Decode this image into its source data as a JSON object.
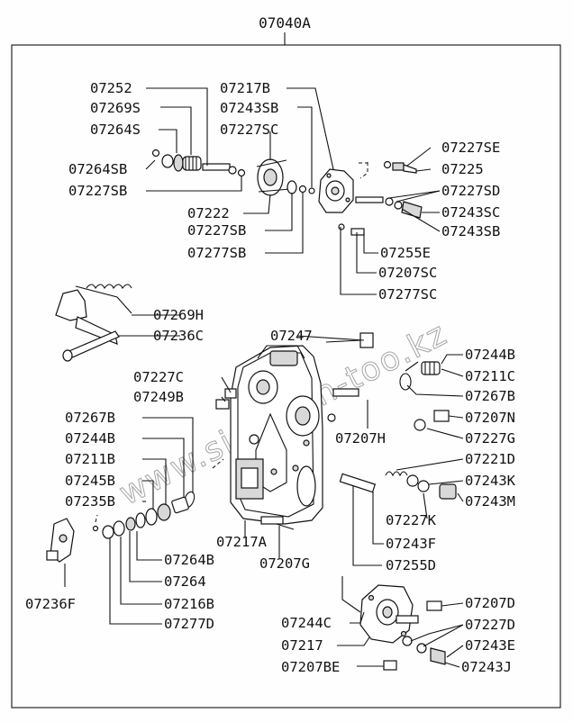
{
  "title": "07040A",
  "watermark": "www.sinotron-too.kz",
  "labels": {
    "l07252": "07252",
    "l07269S": "07269S",
    "l07264S": "07264S",
    "l07264SB": "07264SB",
    "l07227SB_a": "07227SB",
    "l07217B": "07217B",
    "l07243SB_a": "07243SB",
    "l07227SC": "07227SC",
    "l07222": "07222",
    "l07227SB_b": "07227SB",
    "l07277SB": "07277SB",
    "l07227SE": "07227SE",
    "l07225": "07225",
    "l07227SD": "07227SD",
    "l07243SC": "07243SC",
    "l07243SB_b": "07243SB",
    "l07255E": "07255E",
    "l07207SC": "07207SC",
    "l07277SC": "07277SC",
    "l07269H": "07269H",
    "l07236C": "07236C",
    "l07247": "07247",
    "l07244B_r": "07244B",
    "l07211C": "07211C",
    "l07267B_r": "07267B",
    "l07227C": "07227C",
    "l07249B": "07249B",
    "l07207N": "07207N",
    "l07207H": "07207H",
    "l07227G": "07227G",
    "l07267B_l": "07267B",
    "l07244B_l": "07244B",
    "l07221D": "07221D",
    "l07211B": "07211B",
    "l07243K": "07243K",
    "l07245B": "07245B",
    "l07243M": "07243M",
    "l07235B": "07235B",
    "l07227K": "07227K",
    "l07217A": "07217A",
    "l07243F": "07243F",
    "l07264B": "07264B",
    "l07207G": "07207G",
    "l07255D": "07255D",
    "l07264": "07264",
    "l07236F": "07236F",
    "l07216B": "07216B",
    "l07277D": "07277D",
    "l07207D": "07207D",
    "l07244C": "07244C",
    "l07227D": "07227D",
    "l07217": "07217",
    "l07243E": "07243E",
    "l07207BE": "07207BE",
    "l07243J": "07243J"
  }
}
